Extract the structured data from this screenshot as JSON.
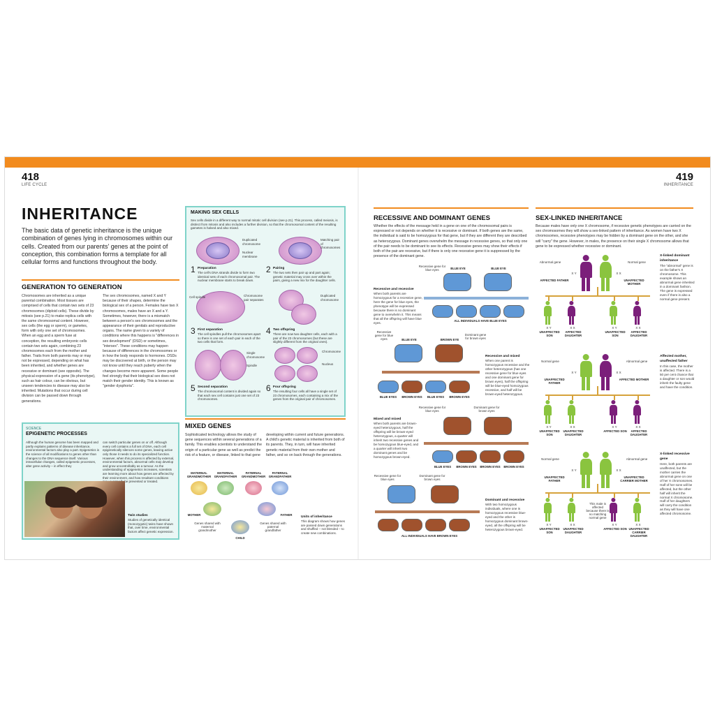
{
  "left_page": {
    "number": "418",
    "section": "LIFE CYCLE",
    "title": "INHERITANCE",
    "intro": "The basic data of genetic inheritance is the unique combination of genes lying in chromosomes within our cells. Created from our parents' genes at the point of conception, this combination forms a template for all cellular forms and functions throughout the body.",
    "gen_heading": "GENERATION TO GENERATION",
    "gen_col1": "Chromosomes are inherited as a unique parental combination. Most tissues are comprised of cells that contain two sets of 23 chromosomes (diploid cells). These divide by mitosis (see p.21) to make replica cells with the same chromosomal content. However, sex cells (the egg or sperm), or gametes, form with only one set of chromosomes. When an egg and a sperm fuse at conception, the resulting embryonic cells contain two sets again, combining 23 chromosomes each from the mother and father. Traits from both parents may or may not be expressed, depending on what has been inherited, and whether genes are recessive or dominant (see opposite). The physical expression of a gene (its phenotype), such as hair colour, can be obvious, but unseen tendencies to disease may also be inherited. Mutations that occur during cell division can be passed down through generations.",
    "gen_col2": "The sex chromosomes, named X and Y because of their shapes, determine the biological sex of a person. Females have two X chromosomes, males have an X and a Y. Sometimes, however, there is a mismatch between a person's sex chromosomes and the appearance of their genitals and reproductive organs. The name given to a variety of conditions where this happens is \"differences in sex development\" (DSD) or sometimes, \"intersex\". These conditions may happen because of differences in the chromosomes or in how the body responds to hormones. DSDs may be discovered at birth, or the person may not know until they reach puberty when the changes become more apparent. Some people feel strongly that their biological sex does not match their gender identity. This is known as \"gender dysphoria\".",
    "sexcells": {
      "title": "MAKING SEX CELLS",
      "intro": "Sex cells divide in a different way to normal mitotic cell division (see p.21). This process, called meiosis, is distinct from mitosis and also includes a further division, so that the chromosomal content of the resulting gametes is halved and also mixed.",
      "lbl_dup": "Duplicated chromosome",
      "lbl_nuc": "Nuclear membrane",
      "lbl_match": "Matching pair of chromosomes",
      "lbl_spindle": "Cell spindle",
      "lbl_pairsep": "Chromosome pair separates",
      "lbl_dup2": "Duplicated chromosome",
      "lbl_single": "Single chromosome",
      "lbl_spindle2": "Spindle",
      "lbl_chrom": "Chromosome",
      "lbl_nucleus": "Nucleus",
      "steps": [
        {
          "n": "1",
          "title": "Preparation",
          "text": "The cell's DNA strands divide to form two identical sets of each chromosomal pair. The nuclear membrane starts to break down."
        },
        {
          "n": "2",
          "title": "Pairing",
          "text": "The two sets then pair up and part again; genetic material may cross over within the pairs, giving a new mix for the daughter cells."
        },
        {
          "n": "3",
          "title": "First separation",
          "text": "The cell spindles pull the chromosomes apart so there is one set of each pair in each of the two cells that form."
        },
        {
          "n": "4",
          "title": "Two offspring",
          "text": "There are now two daughter cells, each with a pair of the 23 chromosomes (but these are slightly different from the original ones)."
        },
        {
          "n": "5",
          "title": "Second separation",
          "text": "The chromosomal content is divided again so that each sex cell contains just one set of 23 chromosomes."
        },
        {
          "n": "6",
          "title": "Four offspring",
          "text": "The resulting four cells all have a single set of 23 chromosomes, each containing a mix of the genes from the original pair of chromosomes."
        }
      ]
    },
    "epigenetic": {
      "label": "SCIENCE",
      "title": "EPIGENETIC PROCESSES",
      "col1": "Although the human genome has been mapped and partly explains patterns of disease inheritance, environmental factors also play a part. Epigenetics is the science of all modifications to genes other than changes to the DNA sequence itself. Various intracellular changes, called epigenetic processes, alter gene activity – in effect they",
      "col2": "can switch particular genes on or off. Although every cell contains a full set of DNA, each cell epigenetically silences some genes, leaving active only those it needs to do its specialized function. However, when this process is affected by external, environmental factors, abnormal cells may develop and grow uncontrollably as a tumour. As the understanding of epigenetics increases, scientists are learning more about how genes are affected by their environment, and how resultant conditions may eventually be prevented or treated.",
      "twin_title": "Twin studies",
      "twin_text": "Studies of genetically identical (monozygotic) twins have shown that, over time, environmental factors affect genetic expression."
    },
    "mixed": {
      "heading": "MIXED GENES",
      "col1": "Sophisticated technology allows the study of gene sequences within several generations of a family. This enables scientists to understand the origin of a particular gene as well as predict the risk of a feature, or disease, linked to that gene",
      "col2": "developing within current and future generations. A child's genetic material is inherited from both of its parents. They, in turn, will have inherited genetic material from their own mother and father, and so on back through the generations.",
      "gp": [
        "MATERNAL GRANDMOTHER",
        "MATERNAL GRANDFATHER",
        "PATERNAL GRANDMOTHER",
        "PATERNAL GRANDFATHER"
      ],
      "mother": "MOTHER",
      "father": "FATHER",
      "child": "CHILD",
      "note_left": "Genes shared with maternal grandmother",
      "note_right": "Genes shared with paternal grandfather",
      "units_title": "Units of inheritance",
      "units_text": "This diagram shows how genes are passed down generations and shuffled – not blended – to create new combinations."
    }
  },
  "right_page": {
    "number": "419",
    "section": "INHERITANCE",
    "rec_heading": "RECESSIVE AND DOMINANT GENES",
    "rec_text": "Whether the effects of the message held in a gene on one of the chromosomal pairs is expressed or not depends on whether it is recessive or dominant. If both genes are the same, the individual is said to be homozygous for that gene, but if they are different they are described as heterozygous. Dominant genes overwhelm the message in recessive genes, so that only one of the pair needs to be dominant to see its effects. Recessive genes may show their effects if both of the pair are recessive, but if there is only one recessive gene it is suppressed by the presence of the dominant gene.",
    "blue_eye": "BLUE EYE",
    "brown_eye": "BROWN EYE",
    "blue_eyes": "BLUE EYES",
    "brown_eyes": "BROWN EYES",
    "rec_gene_blue": "Recessive gene for blue eyes",
    "dom_gene_brown": "Dominant gene for brown eyes",
    "all_blue": "ALL INDIVIDUALS HAVE BLUE EYES",
    "all_brown": "ALL INDIVIDUALS HAVE BROWN EYES",
    "notes": [
      {
        "title": "Recessive and recessive",
        "text": "When both parents are homozygous for a recessive gene, here the gene for blue eyes, the phenotype will be expressed because there is no dominant gene to overwhelm it. This means that all the offspring will have blue eyes."
      },
      {
        "title": "Recessive and mixed",
        "text": "When one parent is homozygous recessive and the other heterozygous (has one recessive gene for blue eyes and one dominant gene for brown eyes), half the offspring will be blue-eyed homozygous recessive, and half will be brown-eyed heterozygous."
      },
      {
        "title": "Mixed and mixed",
        "text": "When both parents are brown-eyed heterozygous, half the offspring will be brown-eyed heterozygous, a quarter will inherit two recessive genes and be homozygous blue-eyed, and a quarter will inherit two dominant genes and be homozygous brown-eyed."
      },
      {
        "title": "Dominant and recessive",
        "text": "With two homozygous individuals, where one is homozygous recessive blue-eyed and the other is homozygous dominant brown-eyed, all the offspring will be heterozygous brown-eyed."
      }
    ],
    "sex_heading": "SEX-LINKED INHERITANCE",
    "sex_text": "Because males have only one X chromosome, if recessive genetic phenotypes are carried on the sex chromosomes they will show a sex-linked pattern of inheritance. As women have two X chromosomes, recessive phenotypes may be hidden by a dominant gene on the other, and she will \"carry\" the gene. However, in males, the presence on their single X chromosome allows that gene to be expressed whether recessive or dominant.",
    "abnormal_gene": "Abnormal gene",
    "normal_gene": "Normal gene",
    "affected_father": "AFFECTED FATHER",
    "unaffected_mother": "UNAFFECTED MOTHER",
    "unaffected_father": "UNAFFECTED FATHER",
    "affected_mother": "AFFECTED MOTHER",
    "unaffected_carrier_mother": "UNAFFECTED CARRIER MOTHER",
    "row1_children": [
      "UNAFFECTED SON",
      "AFFECTED DAUGHTER",
      "UNAFFECTED SON",
      "AFFECTED DAUGHTER"
    ],
    "row2_children": [
      "UNAFFECTED SON",
      "UNAFFECTED DAUGHTER",
      "AFFECTED SON",
      "AFFECTED DAUGHTER"
    ],
    "row3_children": [
      "UNAFFECTED SON",
      "UNAFFECTED DAUGHTER",
      "AFFECTED SON",
      "UNAFFECTED CARRIER DAUGHTER"
    ],
    "row3_note": "This male is affected because there is no matching normal gene",
    "side": [
      {
        "title": "X-linked dominant inheritance",
        "text": "The \"abnormal\" gene is on the father's X chromosome. This example shows an abnormal gene inherited in a dominant fashion. The gene is expressed even if there is also a normal gene present."
      },
      {
        "title": "Affected mother, unaffected father",
        "text": "In this case, the mother is affected. There is a 50 per cent chance that a daughter or son would inherit the faulty gene and have the condition."
      },
      {
        "title": "X-linked recessive gene",
        "text": "Here, both parents are unaffected, but the mother carries the abnormal gene on one of her X chromosomes. Half of her sons will be affected, but the other half will inherit the normal X chromosome. Half of her daughters will carry the condition as they will have one affected chromosome."
      }
    ],
    "xy": "X Y",
    "xx": "X X"
  },
  "colors": {
    "accent": "#f28b1e",
    "blue_eye": "#5f98d6",
    "brown_eye": "#a0522d",
    "affected": "#7b1f7a",
    "unaffected": "#8ac43f",
    "box": "#eaf7f5"
  }
}
